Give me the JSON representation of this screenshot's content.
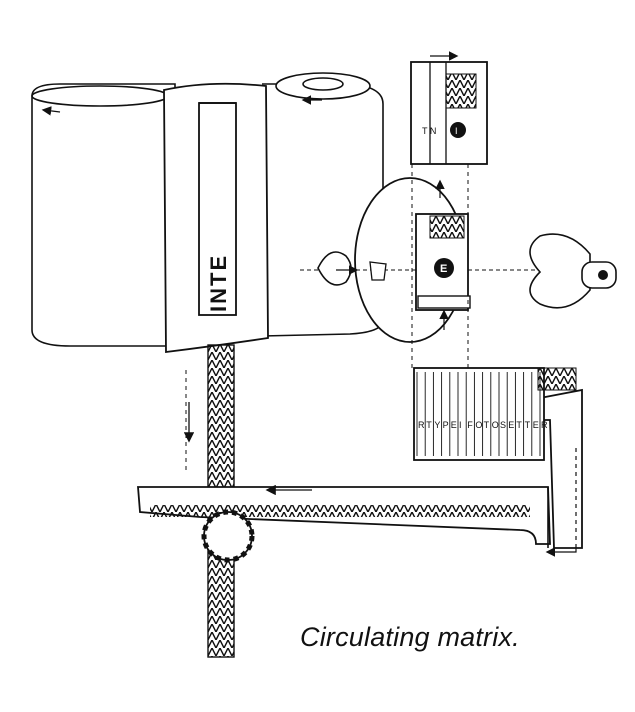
{
  "figure": {
    "caption": "Circulating matrix.",
    "paper_label": "INTE",
    "matrix_letter": "E",
    "upper_matrix_letter": "I",
    "upper_matrix_side_text": "T N",
    "stack_letters": [
      "R",
      "T",
      "Y",
      "P",
      "E",
      "I",
      "F",
      "O",
      "T",
      "O",
      "S",
      "E",
      "T",
      "T",
      "E",
      "R"
    ],
    "colors": {
      "ink": "#111111",
      "paper": "#ffffff"
    }
  }
}
